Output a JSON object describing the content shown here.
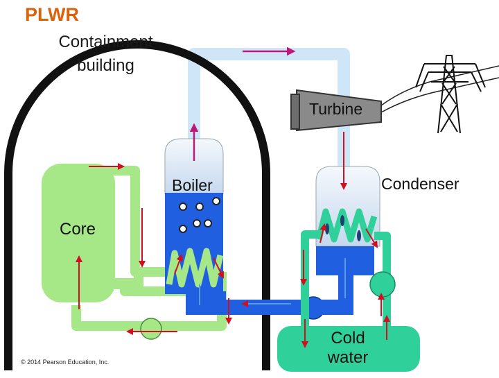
{
  "title": "PLWR",
  "labels": {
    "containment": "Containment building",
    "turbine": "Turbine",
    "boiler": "Boiler",
    "condenser": "Condenser",
    "core": "Core",
    "cold_water": "Cold water",
    "copyright": "© 2014 Pearson Education, Inc."
  },
  "colors": {
    "title": "#d9620b",
    "primary_loop": "#a6e887",
    "core": "#a6e887",
    "boiler_water": "#1f5fe0",
    "steam_line": "#cfe6f8",
    "condenser_loop": "#2fd09a",
    "cold_water": "#2fd09a",
    "containment_wall": "#111111",
    "flow_arrow": "#d01020",
    "power_arrow": "#c0187a",
    "turbine": "#8a8a8a"
  }
}
